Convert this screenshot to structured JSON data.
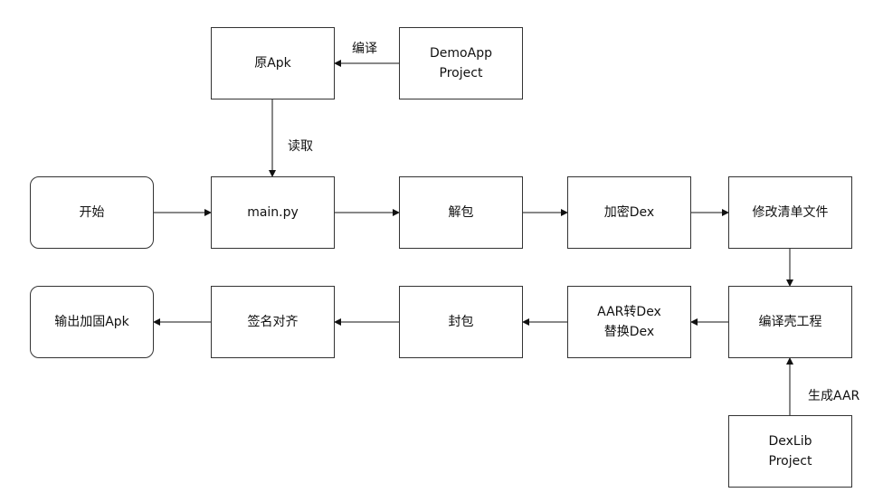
{
  "nodes": {
    "start": "开始",
    "original_apk": "原Apk",
    "demoapp_project": "DemoApp\nProject",
    "main_py": "main.py",
    "unpack": "解包",
    "encrypt_dex": "加密Dex",
    "modify_manifest": "修改清单文件",
    "compile_shell": "编译壳工程",
    "aar_to_dex": "AAR转Dex\n替换Dex",
    "repack": "封包",
    "sign_align": "签名对齐",
    "output_apk": "输出加固Apk",
    "dexlib_project": "DexLib\nProject"
  },
  "edges": {
    "compile": "编译",
    "read": "读取",
    "generate_aar": "生成AAR"
  }
}
